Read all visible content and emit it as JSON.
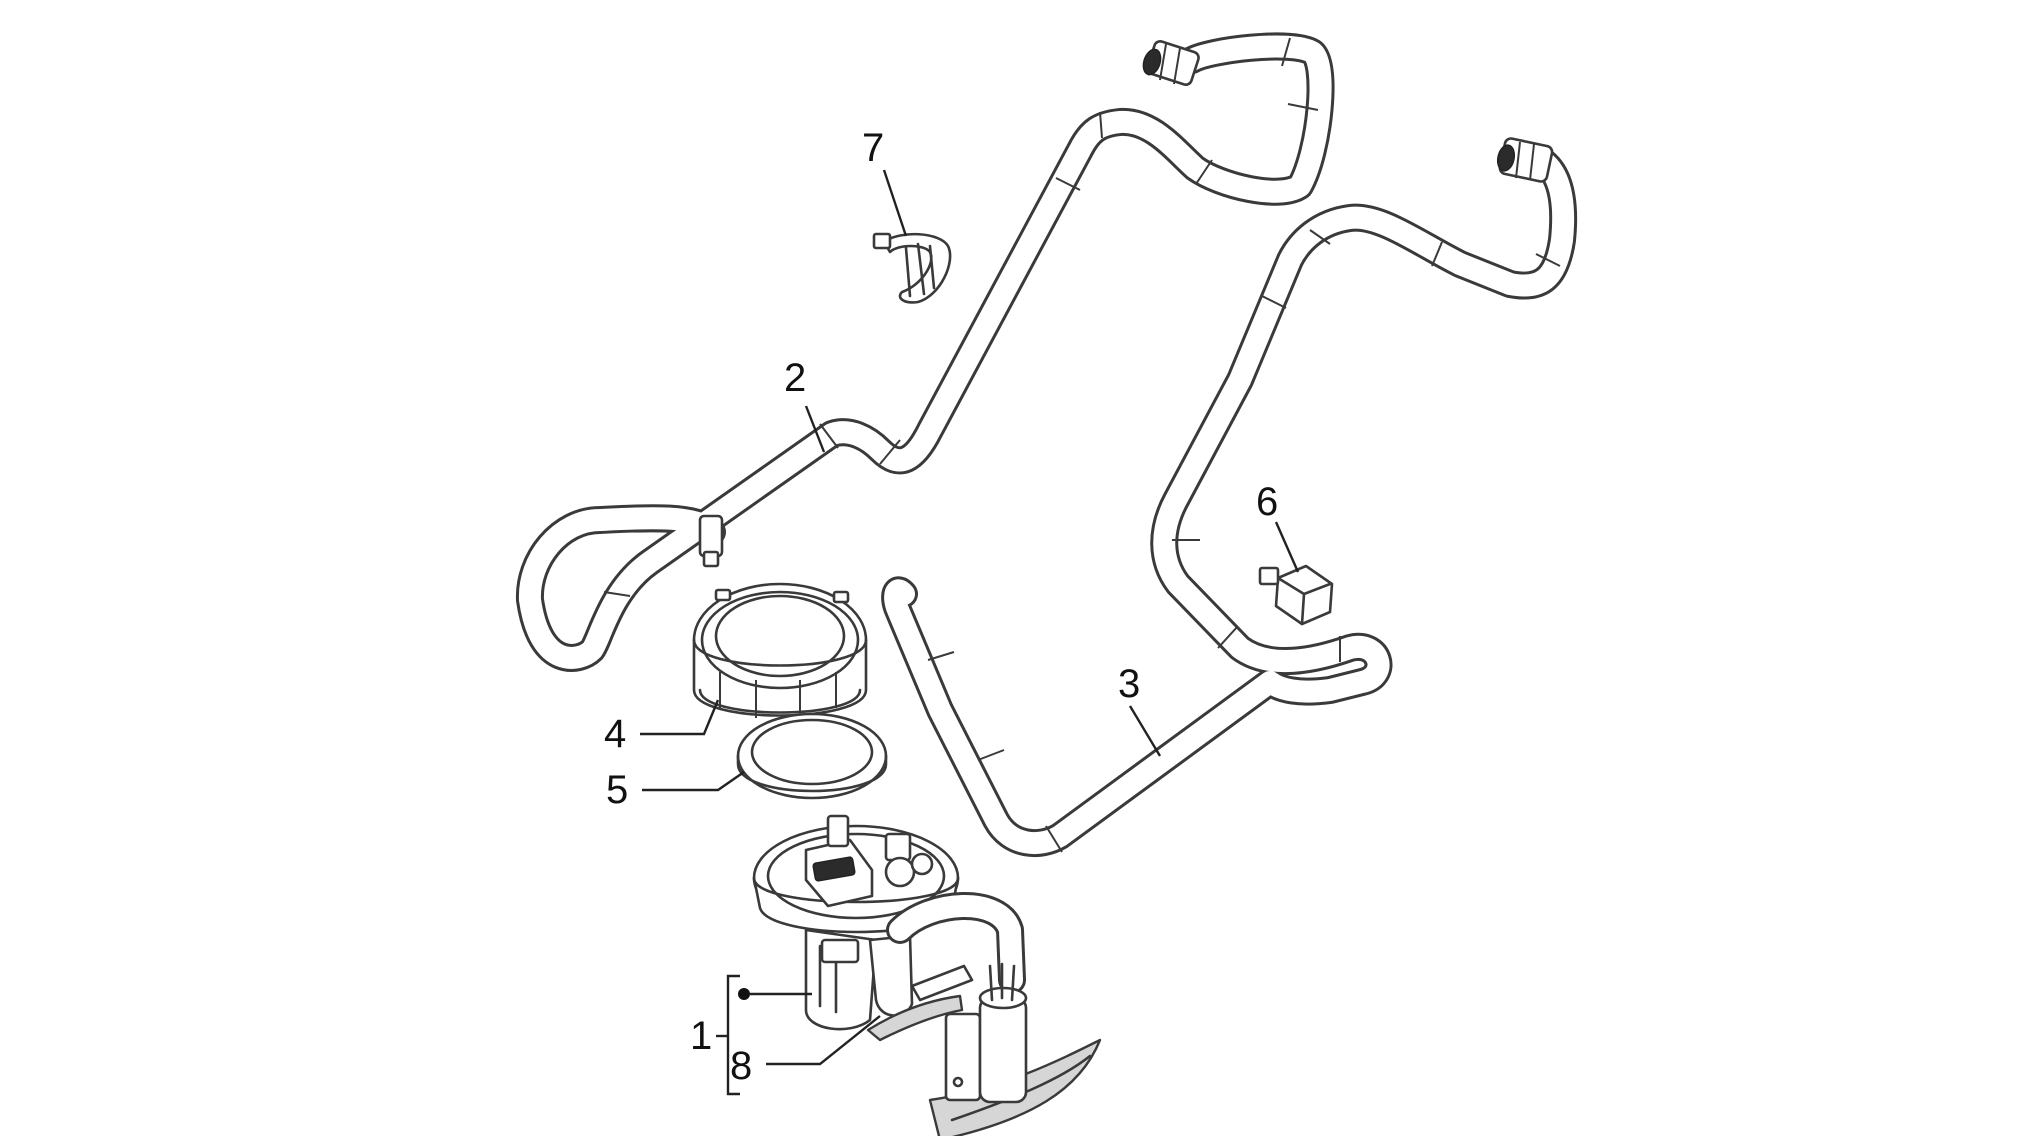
{
  "diagram": {
    "callouts": [
      {
        "id": "1",
        "label": "1"
      },
      {
        "id": "2",
        "label": "2"
      },
      {
        "id": "3",
        "label": "3"
      },
      {
        "id": "4",
        "label": "4"
      },
      {
        "id": "5",
        "label": "5"
      },
      {
        "id": "6",
        "label": "6"
      },
      {
        "id": "7",
        "label": "7"
      },
      {
        "id": "8",
        "label": "8"
      }
    ],
    "colors": {
      "line": "#3a3a3a",
      "background": "#ffffff"
    }
  }
}
